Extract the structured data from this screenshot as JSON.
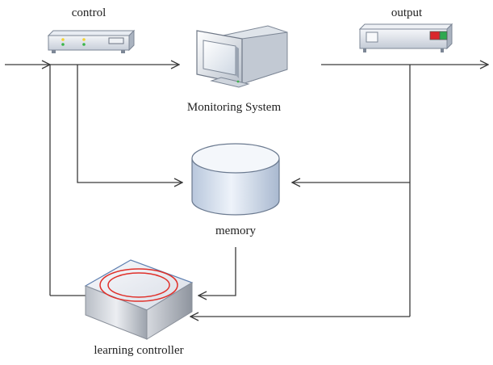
{
  "labels": {
    "control": "control",
    "output": "output",
    "monitoring": "Monitoring System",
    "memory": "memory",
    "learning": "learning controller"
  },
  "colors": {
    "line": "#3a3a3a",
    "memory_fill": "#dfe7f3",
    "memory_stroke": "#6b7a90",
    "ring": "#e0302a",
    "led_yellow": "#f4d233",
    "led_green": "#3bb54a",
    "indicator_red": "#d9262c",
    "indicator_green": "#2fa84f"
  },
  "icons": {
    "control": "control-unit-icon",
    "output": "output-device-icon",
    "monitoring": "crt-monitor-icon",
    "memory": "database-cylinder-icon",
    "learning": "learning-box-icon"
  }
}
